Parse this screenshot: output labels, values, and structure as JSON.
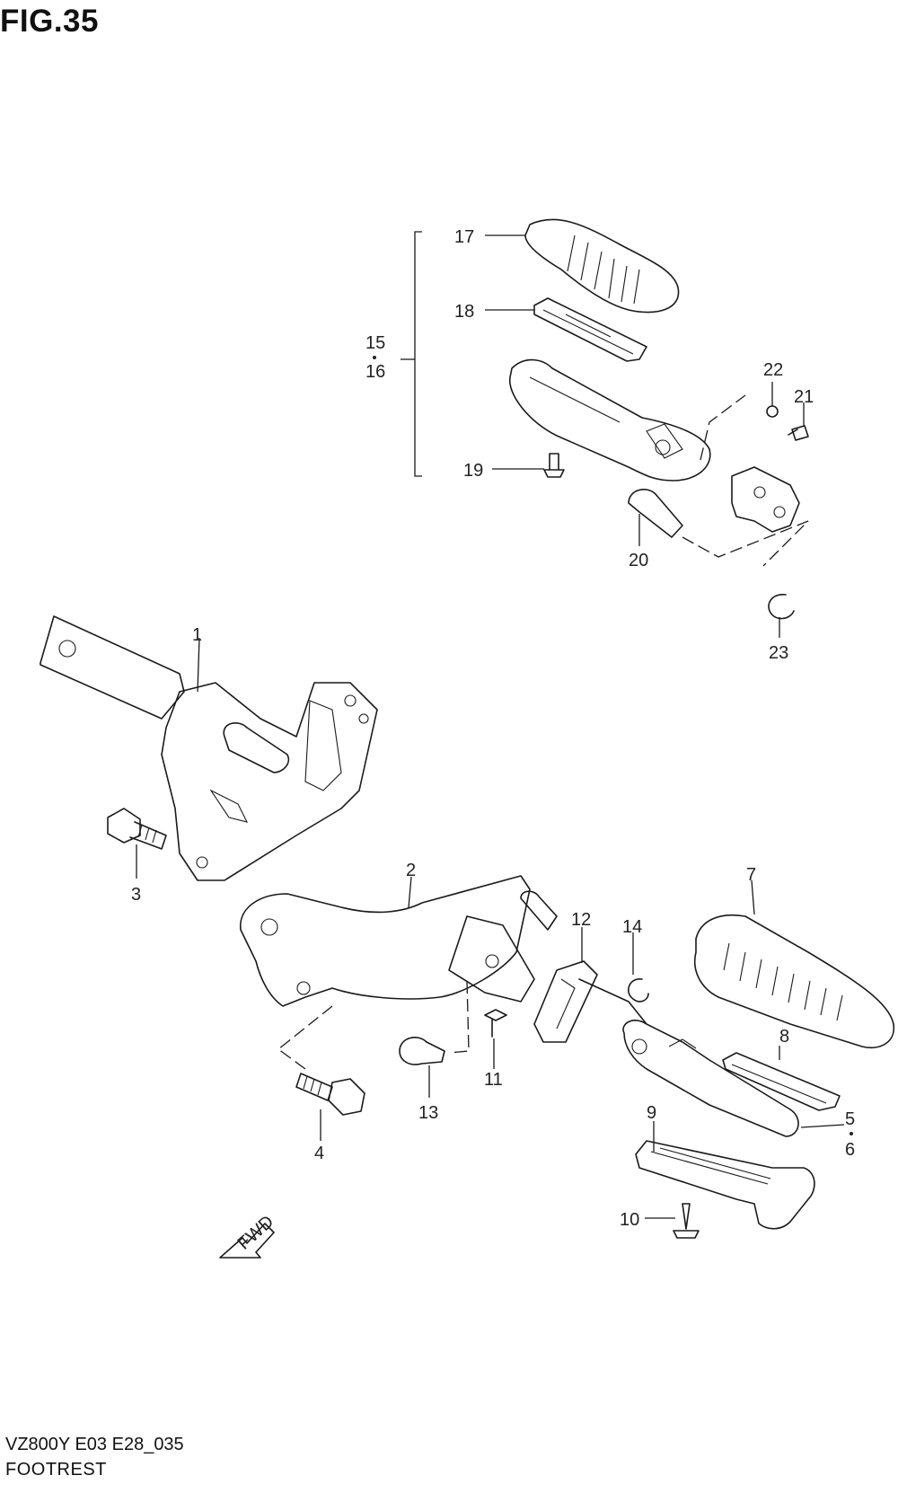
{
  "figure": {
    "title": "FIG.35"
  },
  "footer": {
    "code": "VZ800Y E03 E28_035",
    "name": "FOOTREST"
  },
  "arrow": {
    "text": "FWD"
  },
  "callouts": {
    "c1": "1",
    "c2": "2",
    "c3": "3",
    "c4": "4",
    "c5": "5",
    "c6": "6",
    "c7": "7",
    "c8": "8",
    "c9": "9",
    "c10": "10",
    "c11": "11",
    "c12": "12",
    "c13": "13",
    "c14": "14",
    "c15": "15",
    "c16": "16",
    "c17": "17",
    "c18": "18",
    "c19": "19",
    "c20": "20",
    "c21": "21",
    "c22": "22",
    "c23": "23"
  }
}
